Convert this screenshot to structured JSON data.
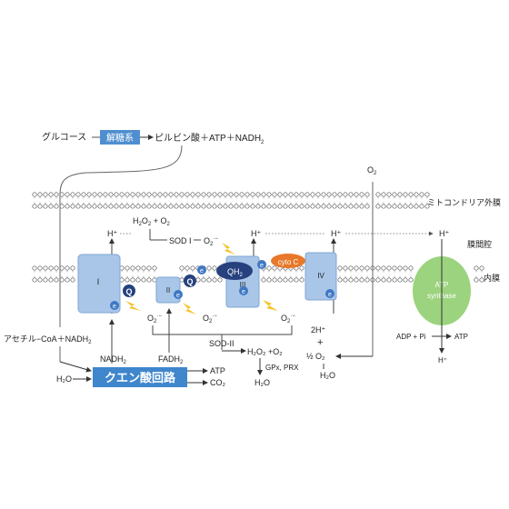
{
  "glycolysis": {
    "glucose": "グルコース",
    "process": "解糖系",
    "products": "ピルビン酸＋ATP＋NADH",
    "products_sub": "2"
  },
  "membranes": {
    "outer": "ミトコンドリア外膜",
    "intermembrane": "膜間腔",
    "inner": "内膜"
  },
  "complexes": {
    "c1": "I",
    "c2": "II",
    "c3": "III",
    "c4": "IV",
    "qh2": "QH",
    "qh2_sub": "2",
    "q": "Q",
    "e": "e",
    "cytoc": "cyto C",
    "atp_synthase_line1": "ATP",
    "atp_synthase_line2": "synthase"
  },
  "labels": {
    "h_plus": "H⁺",
    "o2_top": "O",
    "o2_top_sub": "2",
    "h2o2_o2_a": "H",
    "h2o2_o2_b": "2",
    "h2o2_o2_c": "O",
    "h2o2_o2_d": "2",
    "h2o2_o2_e": " + O",
    "h2o2_o2_f": "2",
    "sod1": "SOD I",
    "superoxide": "O",
    "superoxide_sub": "2",
    "superoxide_sup": "·−",
    "sod2": "SOD-II",
    "h2o2_o2_lower": "H₂O₂ +O₂",
    "gpx": "GPx, PRX",
    "h2o": "H₂O",
    "two_h": "2H⁺",
    "plus": "+",
    "half_o2": "½ O₂",
    "h2o_c4": "H₂O",
    "adp_pi": "ADP + Pi",
    "atp": "ATP",
    "acetyl": "アセチル−CoA＋NADH",
    "acetyl_sub": "2",
    "nadh2": "NADH",
    "nadh2_sub": "2",
    "fadh2": "FADH",
    "fadh2_sub": "2",
    "h2o_input": "H₂O",
    "tca": "クエン酸回路",
    "tca_atp": "ATP",
    "tca_co2": "CO₂"
  },
  "colors": {
    "complex_fill": "#a9c6e8",
    "complex_stroke": "#7ea6d4",
    "q_fill": "#26417e",
    "e_fill": "#3f78c3",
    "cytoc_fill": "#e8782a",
    "atp_synthase_fill": "#9cd37e",
    "tca_fill": "#3f86cc",
    "process_fill": "#4f8fd0",
    "bolt": "#f3c42a",
    "membrane": "#8a8a8a"
  }
}
